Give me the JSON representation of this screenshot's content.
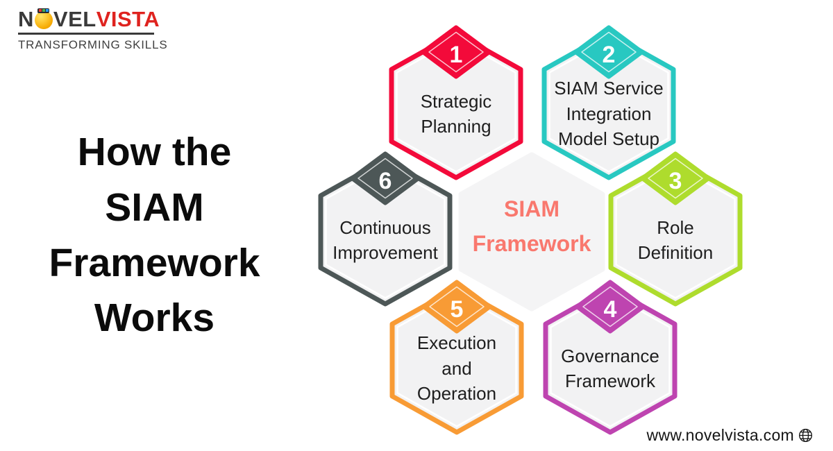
{
  "logo": {
    "brand_prefix": "N",
    "brand_mid": "VEL",
    "brand_suffix": "VISTA",
    "tagline": "TRANSFORMING SKILLS",
    "brand_dark_color": "#3A3A3A",
    "brand_red_color": "#DF231F"
  },
  "title": "How the\nSIAM\nFramework\nWorks",
  "center_hex": {
    "label": "SIAM\nFramework",
    "text_color": "#F9786E",
    "fill": "#F4F4F5"
  },
  "steps": [
    {
      "number": "1",
      "label": "Strategic\nPlanning",
      "color": "#F30A3A"
    },
    {
      "number": "2",
      "label": "SIAM Service\nIntegration\nModel Setup",
      "color": "#28C8C1"
    },
    {
      "number": "3",
      "label": "Role\nDefinition",
      "color": "#AEDC2D"
    },
    {
      "number": "4",
      "label": "Governance\nFramework",
      "color": "#BE44B0"
    },
    {
      "number": "5",
      "label": "Execution\nand\nOperation",
      "color": "#F89B35"
    },
    {
      "number": "6",
      "label": "Continuous\nImprovement",
      "color": "#4D5757"
    }
  ],
  "footer": {
    "website": "www.novelvista.com"
  }
}
